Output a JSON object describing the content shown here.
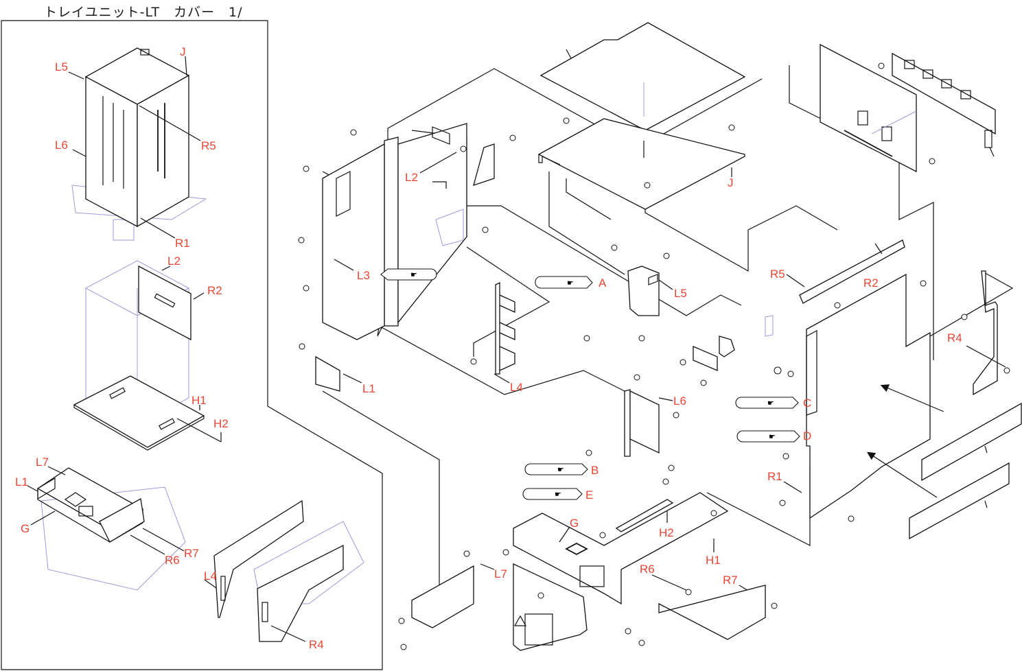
{
  "page": {
    "title": "トレイユニット-LT　カバー　1/"
  },
  "overview": {
    "views": [
      {
        "id": "view-1",
        "callouts": [
          "L5",
          "J",
          "L6",
          "R5",
          "R1"
        ]
      },
      {
        "id": "view-2",
        "callouts": [
          "L2",
          "R2",
          "H1",
          "H2"
        ]
      },
      {
        "id": "view-3",
        "callouts": [
          "L7",
          "L1",
          "G",
          "R6",
          "R7"
        ]
      },
      {
        "id": "view-4",
        "callouts": [
          "L4",
          "R4"
        ]
      }
    ],
    "labels": {
      "L5": "L5",
      "J": "J",
      "L6": "L6",
      "R5": "R5",
      "R1": "R1",
      "L2": "L2",
      "R2": "R2",
      "H1": "H1",
      "H2": "H2",
      "L7": "L7",
      "L1": "L1",
      "G": "G",
      "R6": "R6",
      "R7": "R7",
      "L4": "L4",
      "R4": "R4"
    }
  },
  "exploded": {
    "labels": {
      "L1": "L1",
      "L2": "L2",
      "L3": "L3",
      "L4": "L4",
      "L5": "L5",
      "L6": "L6",
      "L7": "L7",
      "R1": "R1",
      "R2": "R2",
      "R4": "R4",
      "R5": "R5",
      "R6": "R6",
      "R7": "R7",
      "J": "J",
      "G": "G",
      "H1": "H1",
      "H2": "H2"
    },
    "references": [
      {
        "letter": "A",
        "icon": "pointing-hand-icon"
      },
      {
        "letter": "B",
        "icon": "pointing-hand-icon"
      },
      {
        "letter": "C",
        "icon": "pointing-hand-icon"
      },
      {
        "letter": "D",
        "icon": "pointing-hand-icon"
      },
      {
        "letter": "E",
        "icon": "pointing-hand-icon"
      },
      {
        "letter": "L3",
        "icon": "pointing-hand-icon"
      }
    ]
  },
  "colors": {
    "callout": "#ee4433",
    "line": "#111111",
    "ghost": "#9a9ad8"
  }
}
